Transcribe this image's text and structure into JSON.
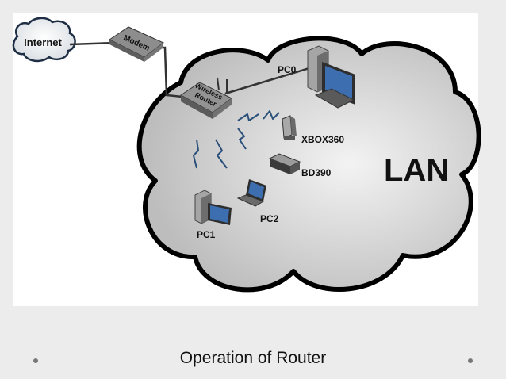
{
  "diagram": {
    "labels": {
      "internet": "Internet",
      "modem": "Modem",
      "router_line1": "Wireless",
      "router_line2": "Router",
      "pc0": "PC0",
      "xbox": "XBOX360",
      "bd": "BD390",
      "pc2": "PC2",
      "pc1": "PC1",
      "lan": "LAN"
    },
    "icons": [
      "cloud-icon",
      "modem-icon",
      "wireless-router-icon",
      "desktop-pc-icon",
      "game-console-icon",
      "bluray-player-icon",
      "laptop-icon",
      "wireless-signal-icon"
    ]
  },
  "caption": "Operation of Router",
  "colors": {
    "cloud_fill": "#cfcfcf",
    "cloud_outline": "#000000",
    "slide_bg": "#ececec",
    "panel_bg": "#ffffff",
    "wireless_signal": "#2a4f7a",
    "screen_blue": "#3d6fb0"
  }
}
